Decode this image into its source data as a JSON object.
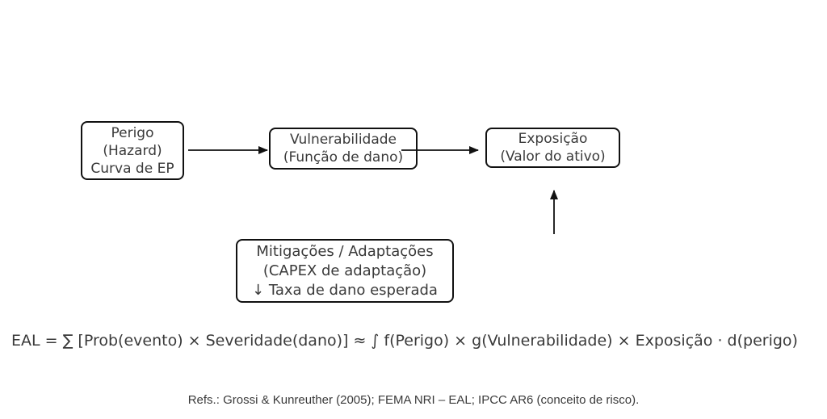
{
  "colors": {
    "background": "#ffffff",
    "border": "#111111",
    "text": "#3a3a3a",
    "arrow": "#111111"
  },
  "diagram": {
    "boxes": {
      "hazard": {
        "lines": [
          "Perigo",
          "(Hazard)",
          "Curva de EP"
        ]
      },
      "vulnerability": {
        "lines": [
          "Vulnerabilidade",
          "(Função de dano)"
        ]
      },
      "exposure": {
        "lines": [
          "Exposição",
          "(Valor do ativo)"
        ]
      },
      "mitigation": {
        "lines": [
          "Mitigações / Adaptações",
          "(CAPEX de adaptação)",
          "↓ Taxa de dano esperada"
        ]
      }
    },
    "arrows": [
      {
        "name": "hazard-to-vulnerability",
        "direction": "right"
      },
      {
        "name": "vulnerability-to-exposure",
        "direction": "right"
      },
      {
        "name": "up-to-exposure",
        "direction": "up"
      }
    ]
  },
  "formula": "EAL = ∑ [Prob(evento) × Severidade(dano)] ≈ ∫ f(Perigo) × g(Vulnerabilidade) × Exposição · d(perigo)",
  "references": "Refs.: Grossi & Kunreuther (2005); FEMA NRI – EAL; IPCC AR6 (conceito de risco)."
}
